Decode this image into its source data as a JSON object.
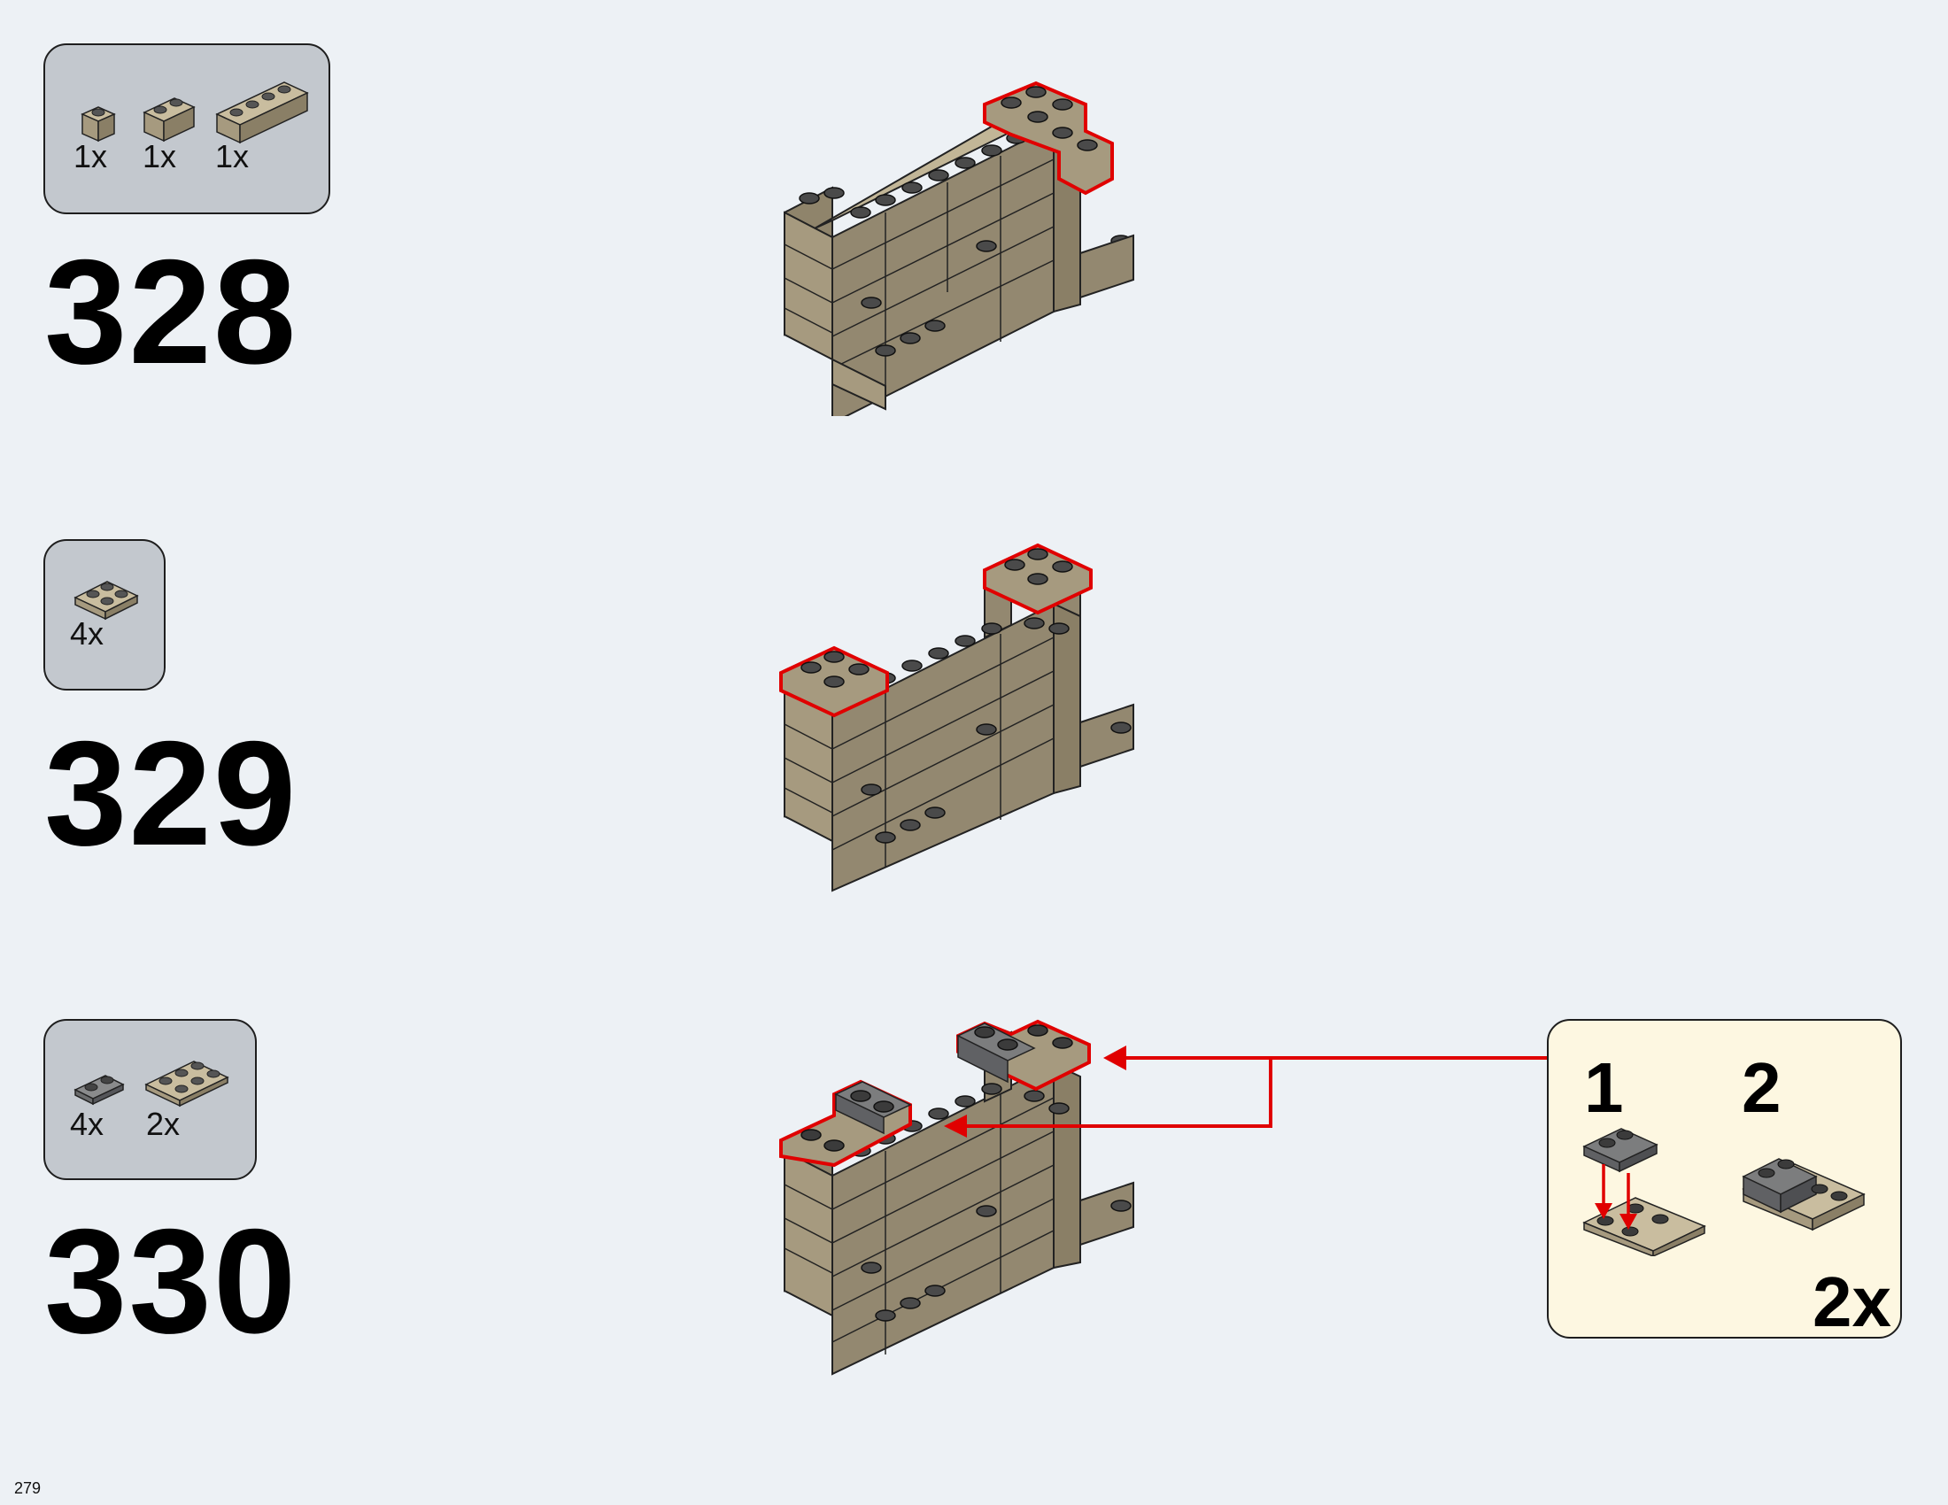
{
  "page_number": "279",
  "colors": {
    "tan": "#a69a7f",
    "dark_gray": "#6b6c6d",
    "highlight": "#e00000",
    "parts_box": "#c3c8ce",
    "callout_bg": "#fdf7e1"
  },
  "steps": [
    {
      "number": "328",
      "parts": [
        {
          "icon": "tan-brick-1x1-icon",
          "qty": "1x"
        },
        {
          "icon": "tan-brick-1x2-icon",
          "qty": "1x"
        },
        {
          "icon": "tan-brick-1x4-icon",
          "qty": "1x"
        }
      ]
    },
    {
      "number": "329",
      "parts": [
        {
          "icon": "tan-plate-2x2-icon",
          "qty": "4x"
        }
      ]
    },
    {
      "number": "330",
      "parts": [
        {
          "icon": "dark-gray-plate-1x2-icon",
          "qty": "4x"
        },
        {
          "icon": "tan-plate-2x3-icon",
          "qty": "2x"
        }
      ],
      "sub_assembly": {
        "steps": [
          "1",
          "2"
        ],
        "multiplier": "2x"
      }
    }
  ]
}
